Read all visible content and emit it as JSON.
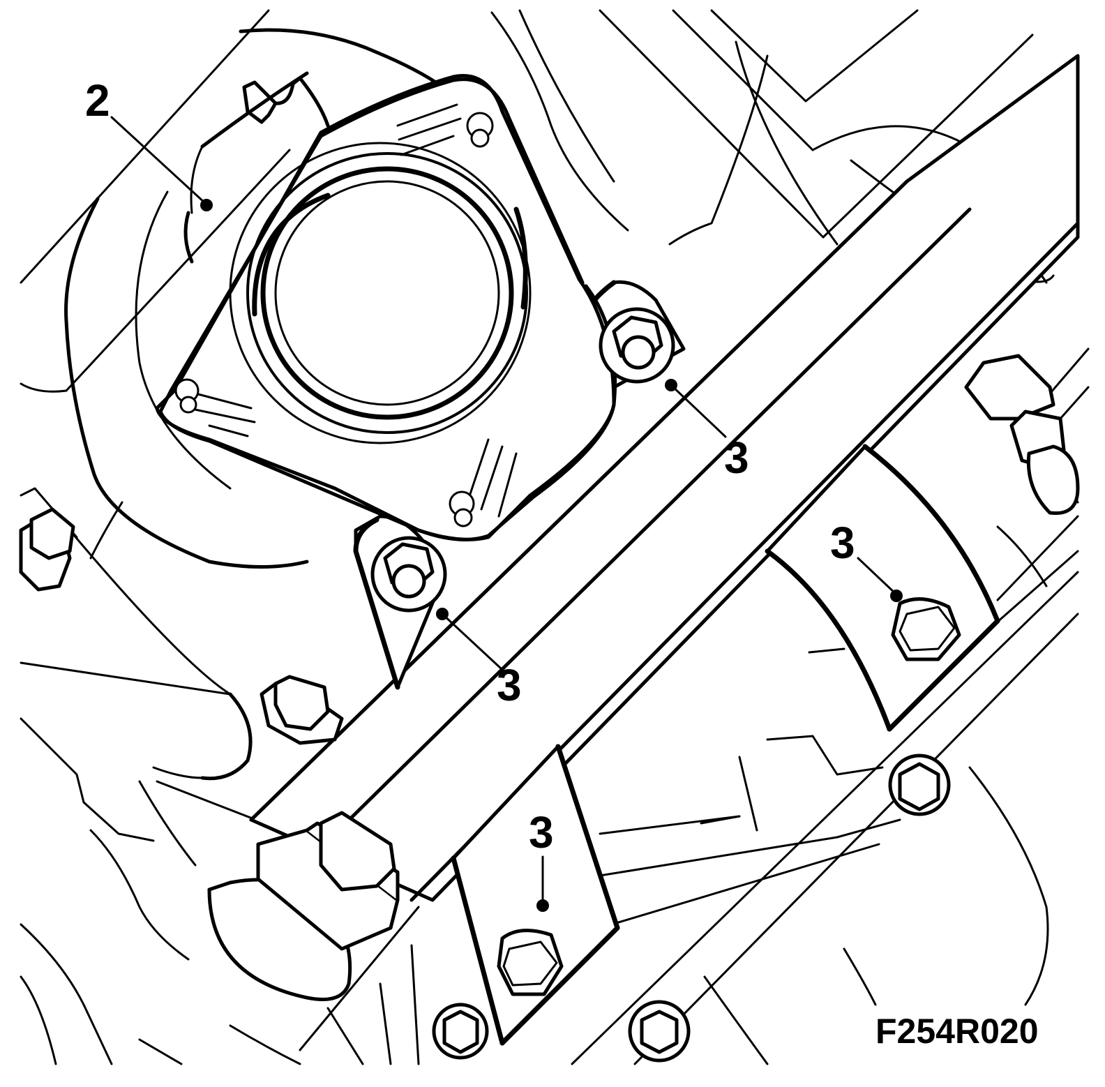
{
  "figure": {
    "id": "F254R020"
  },
  "callouts": [
    {
      "label": "2"
    },
    {
      "label": "3"
    },
    {
      "label": "3"
    },
    {
      "label": "3"
    },
    {
      "label": "3"
    }
  ],
  "icons": {
    "flange": "exhaust-flange-icon",
    "bracket": "support-bracket-icon",
    "bolt": "hex-bolt-icon",
    "nut": "flange-nut-icon"
  },
  "colors": {
    "line": "#000000",
    "background": "#ffffff"
  }
}
